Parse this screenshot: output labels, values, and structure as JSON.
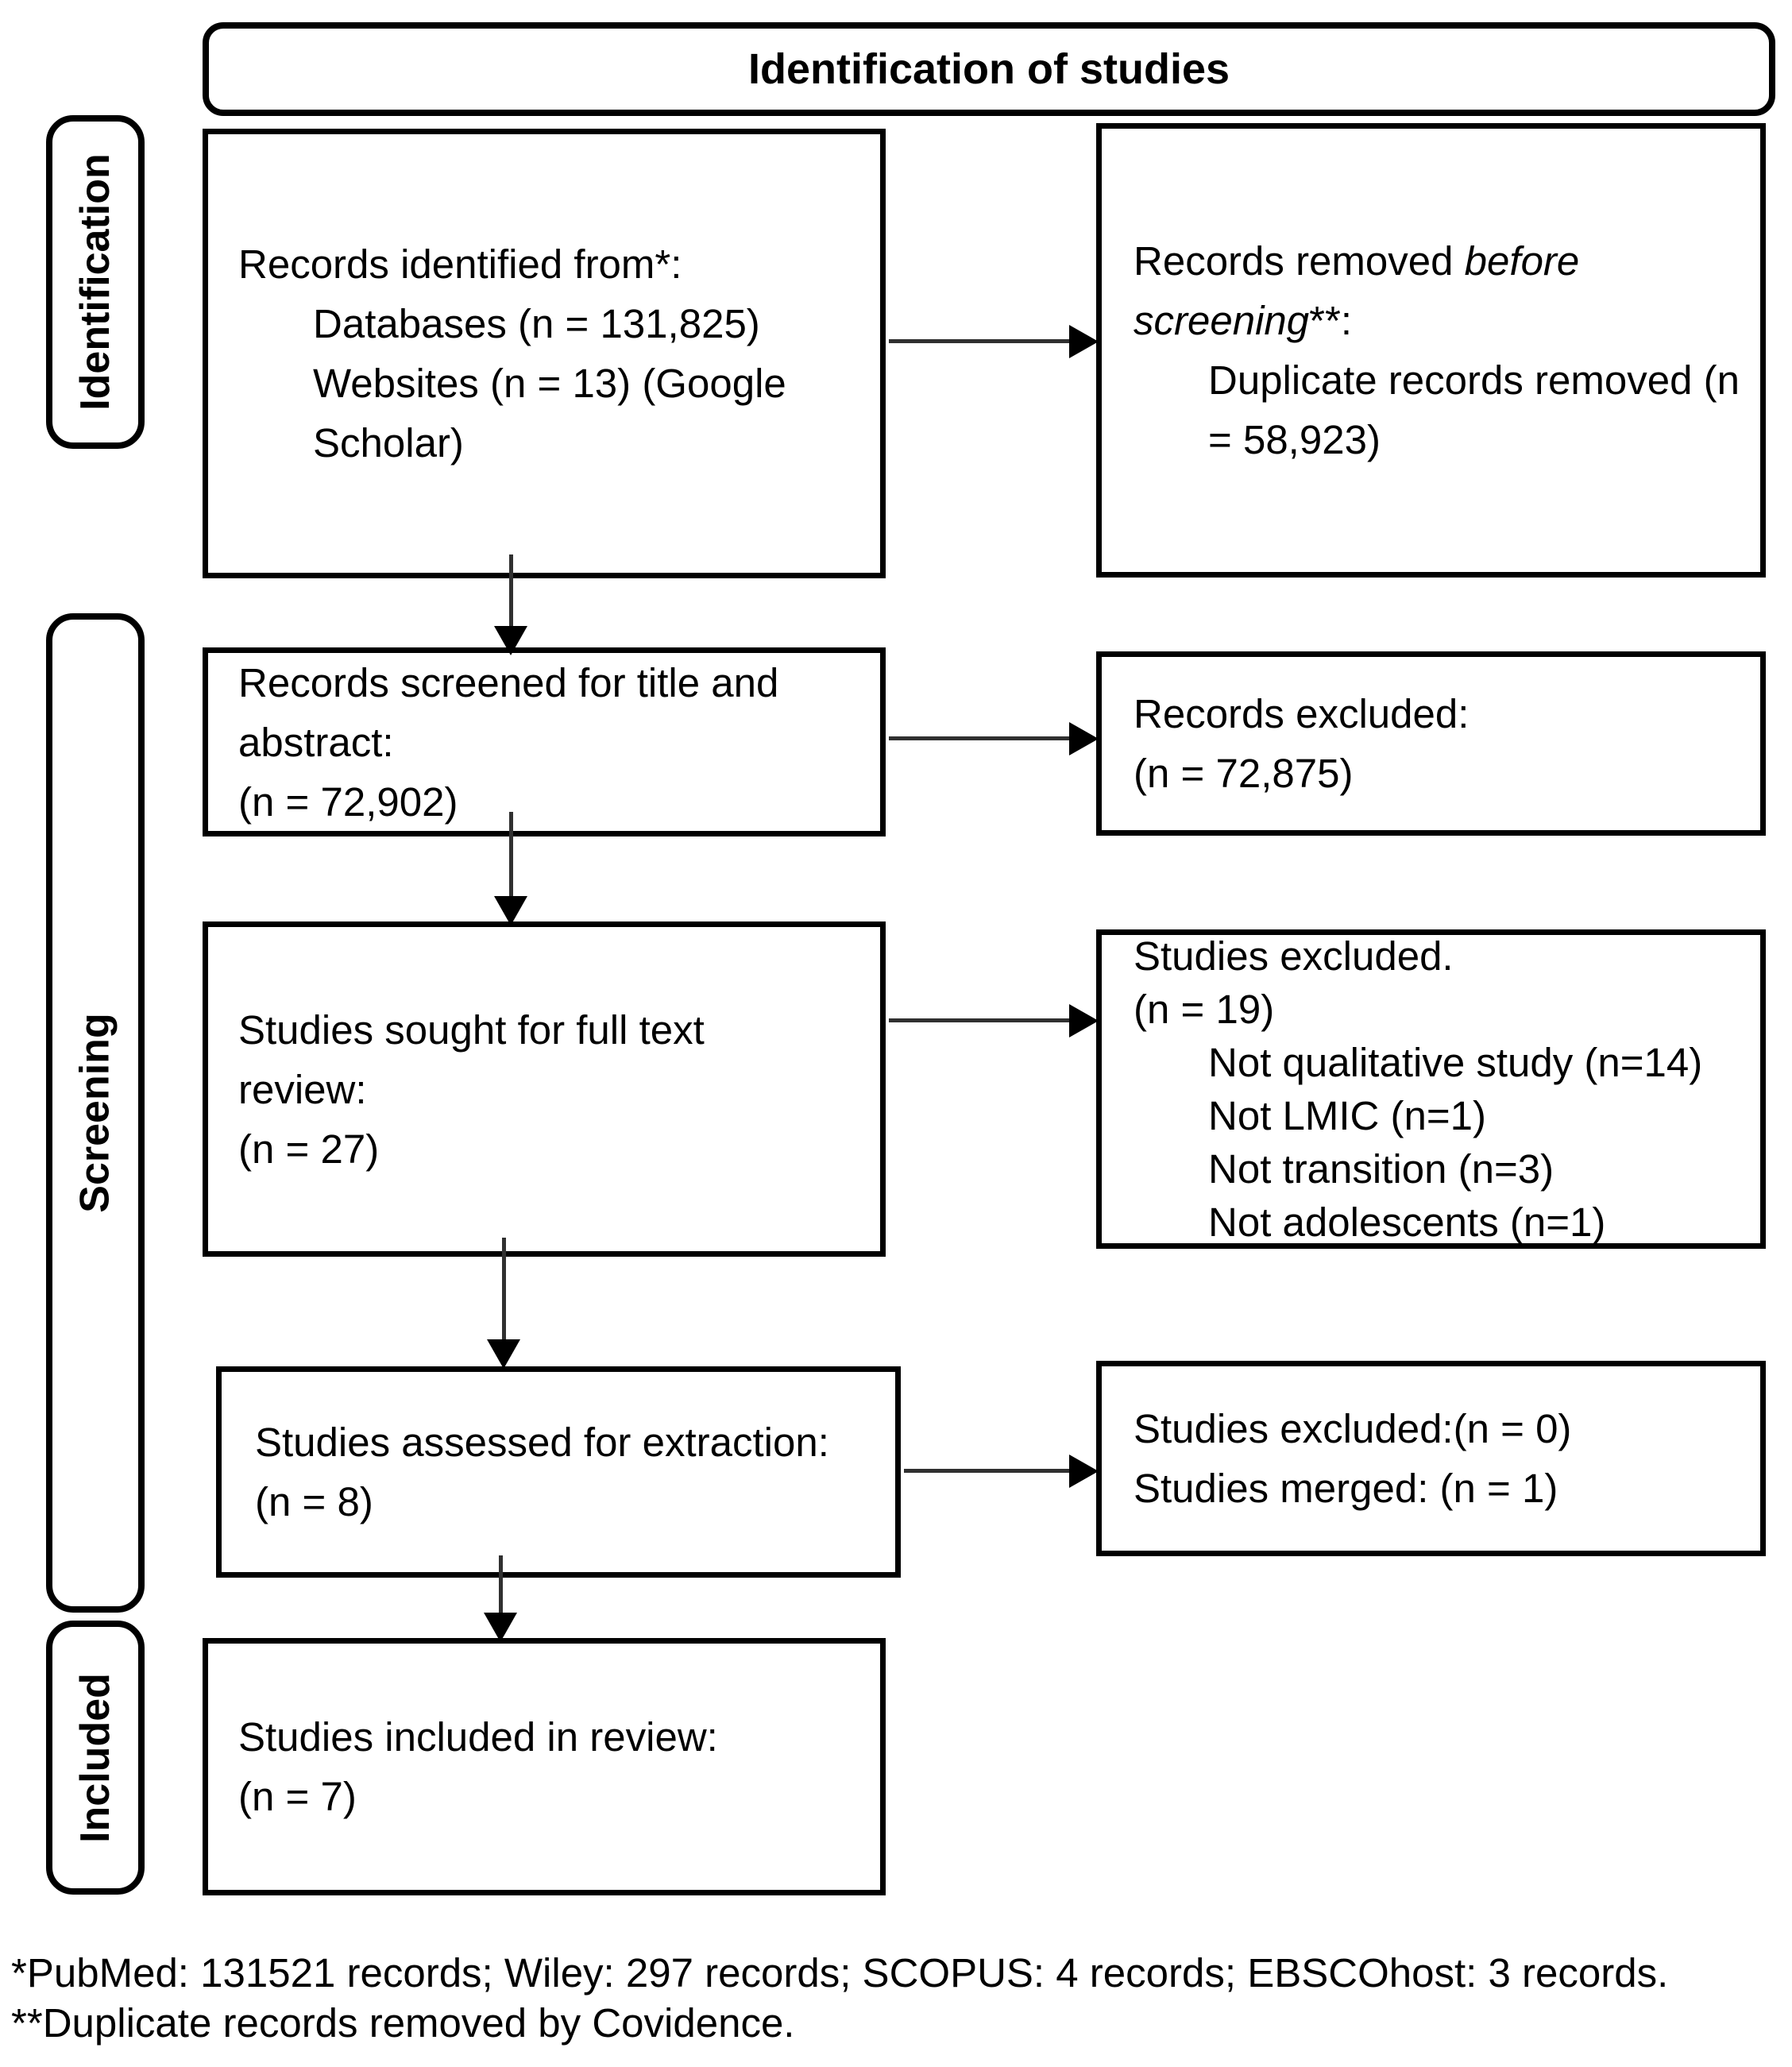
{
  "header": {
    "title": "Identification of studies"
  },
  "stages": {
    "identification": "Identification",
    "screening": "Screening",
    "included": "Included"
  },
  "boxes": {
    "records_identified": {
      "line1": "Records identified from*:",
      "line2": "Databases (n = 131,825)",
      "line3": "Websites (n = 13) (Google",
      "line4": "Scholar)"
    },
    "records_removed": {
      "line1_normal": "Records removed ",
      "line1_italic": "before",
      "line2_italic": "screening",
      "line2_normal": "**:",
      "line3": "Duplicate records removed (n",
      "line4": "= 58,923)"
    },
    "records_screened": {
      "line1": "Records screened for title and",
      "line2": "abstract:",
      "line3": "(n = 72,902)"
    },
    "records_excluded": {
      "line1": "Records excluded:",
      "line2": "(n = 72,875)"
    },
    "studies_sought": {
      "line1": "Studies sought for full text",
      "line2": "review:",
      "line3": "(n = 27)"
    },
    "studies_excluded": {
      "line1": "Studies excluded.",
      "line2": "(n = 19)",
      "line3": "Not qualitative study (n=14)",
      "line4": "Not LMIC (n=1)",
      "line5": "Not transition (n=3)",
      "line6": "Not adolescents (n=1)"
    },
    "studies_assessed": {
      "line1": "Studies assessed for extraction:",
      "line2": "(n = 8)"
    },
    "studies_excluded_merged": {
      "line1": "Studies excluded:(n = 0)",
      "line2": "Studies merged: (n = 1)"
    },
    "studies_included": {
      "line1": "Studies included in review:",
      "line2": "(n = 7)"
    }
  },
  "footnotes": {
    "line1": "*PubMed: 131521 records; Wiley: 297 records; SCOPUS: 4 records; EBSCOhost: 3 records.",
    "line2": "**Duplicate records removed by Covidence."
  },
  "colors": {
    "border": "#000000",
    "text": "#000000",
    "connector_line": "#303030",
    "background": "#ffffff"
  }
}
